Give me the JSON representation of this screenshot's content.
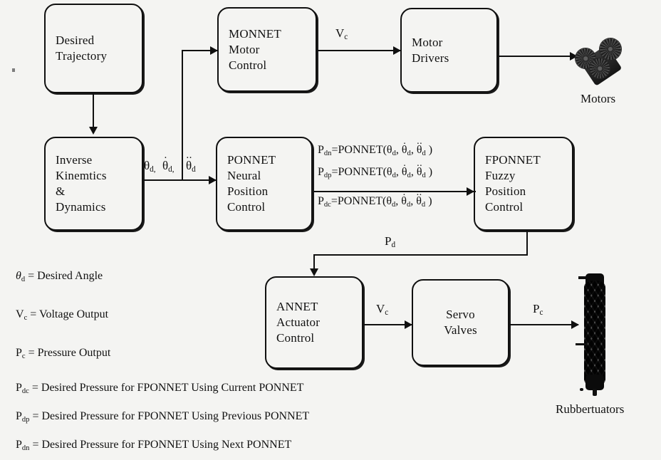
{
  "diagram": {
    "title": "Hierarchical neural/fuzzy control architecture block diagram",
    "background_color": "#f4f4f2",
    "line_color": "#101010"
  },
  "blocks": [
    {
      "id": "desired-trajectory",
      "label": "Desired\nTrajectory"
    },
    {
      "id": "monnet",
      "label": "MONNET\nMotor\nControl"
    },
    {
      "id": "motor-drivers",
      "label": "Motor\nDrivers"
    },
    {
      "id": "inverse-kinematics",
      "label": "Inverse\nKinemtics\n&\nDynamics"
    },
    {
      "id": "ponnet",
      "label": "PONNET\nNeural\nPosition\nControl"
    },
    {
      "id": "fponnet",
      "label": "FPONNET\nFuzzy\nPosition\nControl"
    },
    {
      "id": "annet",
      "label": "ANNET\nActuator\nControl"
    },
    {
      "id": "servo-valves",
      "label": "Servo\nValves"
    }
  ],
  "hardware_labels": {
    "motors": "Motors",
    "rubbertuators": "Rubbertuators"
  },
  "signal_labels": {
    "vc_motor": "V",
    "vc_motor_sub": "c",
    "vc_actuator": "V",
    "vc_actuator_sub": "c",
    "pc": "P",
    "pc_sub": "c",
    "pd": "P",
    "pd_sub": "d",
    "theta_bus": "θ",
    "theta_bus_sub": "d,"
  },
  "theta_bus": [
    {
      "symbol": "θ",
      "sub": "d,",
      "dots": ""
    },
    {
      "symbol": "θ",
      "sub": "d,",
      "dots": "·"
    },
    {
      "symbol": "θ",
      "sub": "d",
      "dots": "··"
    }
  ],
  "equations": [
    {
      "id": "eq-pdn",
      "lhs": "P",
      "lhs_sub": "dn",
      "eq": "=",
      "fn": "PONNET(",
      "args": [
        {
          "symbol": "θ",
          "sub": "d",
          "dots": "",
          "sep": ", "
        },
        {
          "symbol": "θ",
          "sub": "d",
          "dots": "·",
          "sep": ", "
        },
        {
          "symbol": "θ",
          "sub": "d",
          "dots": "··",
          "sep": " "
        }
      ],
      "close": ")",
      "text": "P_dn = PONNET(θ_d, θ̇_d, θ̈_d)"
    },
    {
      "id": "eq-pdp",
      "lhs": "P",
      "lhs_sub": "dp",
      "eq": "=",
      "fn": "PONNET(",
      "args": [
        {
          "symbol": "θ",
          "sub": "d",
          "dots": "",
          "sep": ", "
        },
        {
          "symbol": "θ",
          "sub": "d",
          "dots": "·",
          "sep": ", "
        },
        {
          "symbol": "θ",
          "sub": "d",
          "dots": "··",
          "sep": " "
        }
      ],
      "close": ")",
      "text": "P_dp = PONNET(θ_d, θ̇_d, θ̈_d)"
    },
    {
      "id": "eq-pdc",
      "lhs": "P",
      "lhs_sub": "dc",
      "eq": "=",
      "fn": "PONNET(",
      "args": [
        {
          "symbol": "θ",
          "sub": "d",
          "dots": "",
          "sep": ", "
        },
        {
          "symbol": "θ",
          "sub": "d",
          "dots": "·",
          "sep": ", "
        },
        {
          "symbol": "θ",
          "sub": "d",
          "dots": "··",
          "sep": " "
        }
      ],
      "close": ")",
      "text": "P_dc = PONNET(θ_d, θ̇_d, θ̈_d)"
    }
  ],
  "legend": [
    {
      "id": "legend-theta-d",
      "sym": "θ",
      "sub": "d",
      "def": "= Desired Angle"
    },
    {
      "id": "legend-vc",
      "sym": "V",
      "sub": "c",
      "def": "= Voltage Output"
    },
    {
      "id": "legend-pc",
      "sym": "P",
      "sub": "c",
      "def": "= Pressure Output"
    },
    {
      "id": "legend-pdc",
      "sym": "P",
      "sub": "dc",
      "def": "= Desired Pressure for FPONNET Using Current PONNET"
    },
    {
      "id": "legend-pdp",
      "sym": "P",
      "sub": "dp",
      "def": "= Desired Pressure for FPONNET  Using Previous PONNET"
    },
    {
      "id": "legend-pdn",
      "sym": "P",
      "sub": "dn",
      "def": "= Desired Pressure for FPONNET  Using Next PONNET"
    }
  ]
}
